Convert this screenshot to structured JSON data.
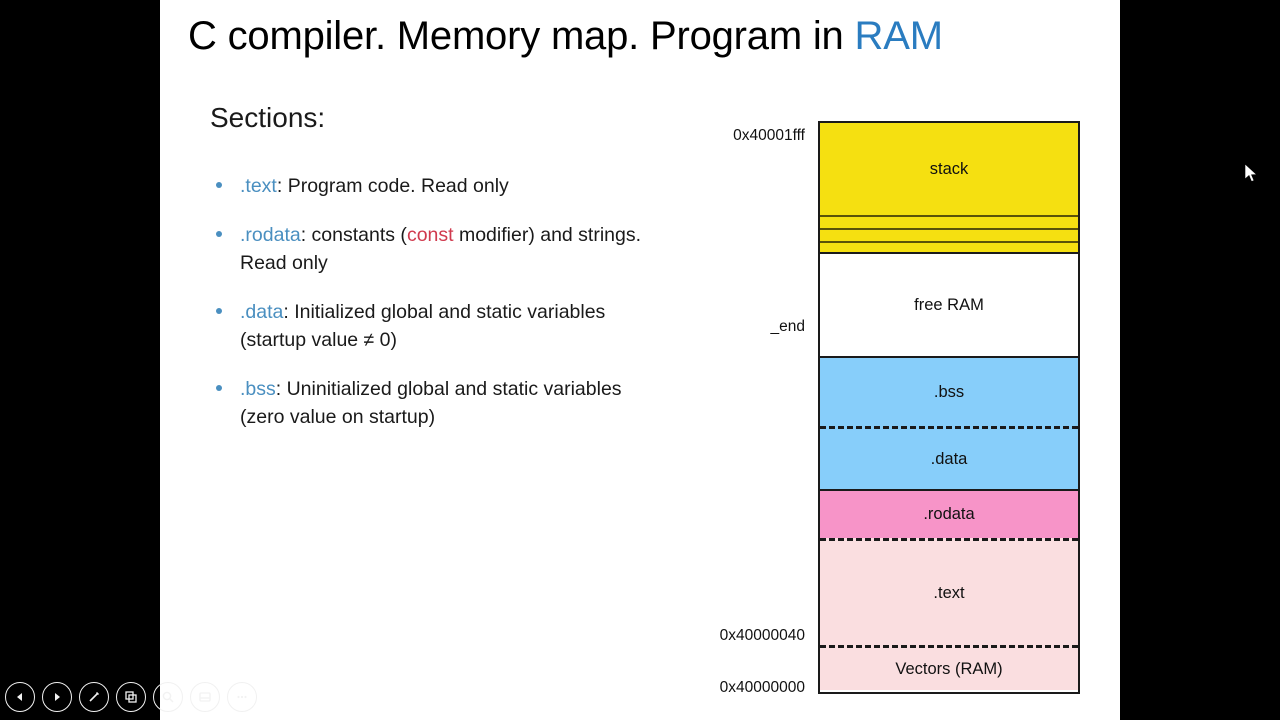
{
  "slide": {
    "title_main": "C compiler. Memory map. Program in ",
    "title_accent": "RAM",
    "sections_heading": "Sections:",
    "bullets": [
      {
        "name": ".text",
        "rest": ": Program code. Read only",
        "line2": ""
      },
      {
        "name": ".rodata",
        "rest_before": ": constants (",
        "keyword": "const",
        "rest_after": " modifier) and strings.",
        "line2": "Read only"
      },
      {
        "name": ".data",
        "rest": ": Initialized global and static variables",
        "line2": "(startup value ≠ 0)"
      },
      {
        "name": ".bss",
        "rest": ": Uninitialized global and static variables",
        "line2": "(zero value on startup)"
      }
    ]
  },
  "memory_map": {
    "blocks": [
      {
        "label": "stack",
        "color": "#f5e011"
      },
      {
        "label": "",
        "color": "#f5e011"
      },
      {
        "label": "",
        "color": "#f5e011"
      },
      {
        "label": "",
        "color": "#f5e011"
      },
      {
        "label": "free RAM",
        "color": "#ffffff"
      },
      {
        "label": ".bss",
        "color": "#87cefa"
      },
      {
        "label": ".data",
        "color": "#87cefa"
      },
      {
        "label": ".rodata",
        "color": "#f794c8"
      },
      {
        "label": ".text",
        "color": "#fadee0"
      },
      {
        "label": "Vectors (RAM)",
        "color": "#fadee0"
      }
    ],
    "addresses": [
      {
        "text": "0x40001fff"
      },
      {
        "text": "_end"
      },
      {
        "text": "0x40000040"
      },
      {
        "text": "0x40000000"
      }
    ]
  },
  "toolbar": {
    "buttons": [
      {
        "icon": "previous-icon"
      },
      {
        "icon": "next-icon"
      },
      {
        "icon": "pen-icon"
      },
      {
        "icon": "slides-icon"
      },
      {
        "icon": "zoom-icon"
      },
      {
        "icon": "presentation-icon"
      },
      {
        "icon": "more-icon"
      }
    ]
  },
  "colors": {
    "accent_blue": "#4a8fc0",
    "title_accent": "#2a7cc0",
    "keyword_red": "#d03a4e",
    "stack_yellow": "#f5e011",
    "bss_blue": "#87cefa",
    "rodata_pink": "#f794c8",
    "text_pink": "#fadee0",
    "outline": "#1a1a1a",
    "background": "#000000",
    "slide_background": "#ffffff"
  }
}
